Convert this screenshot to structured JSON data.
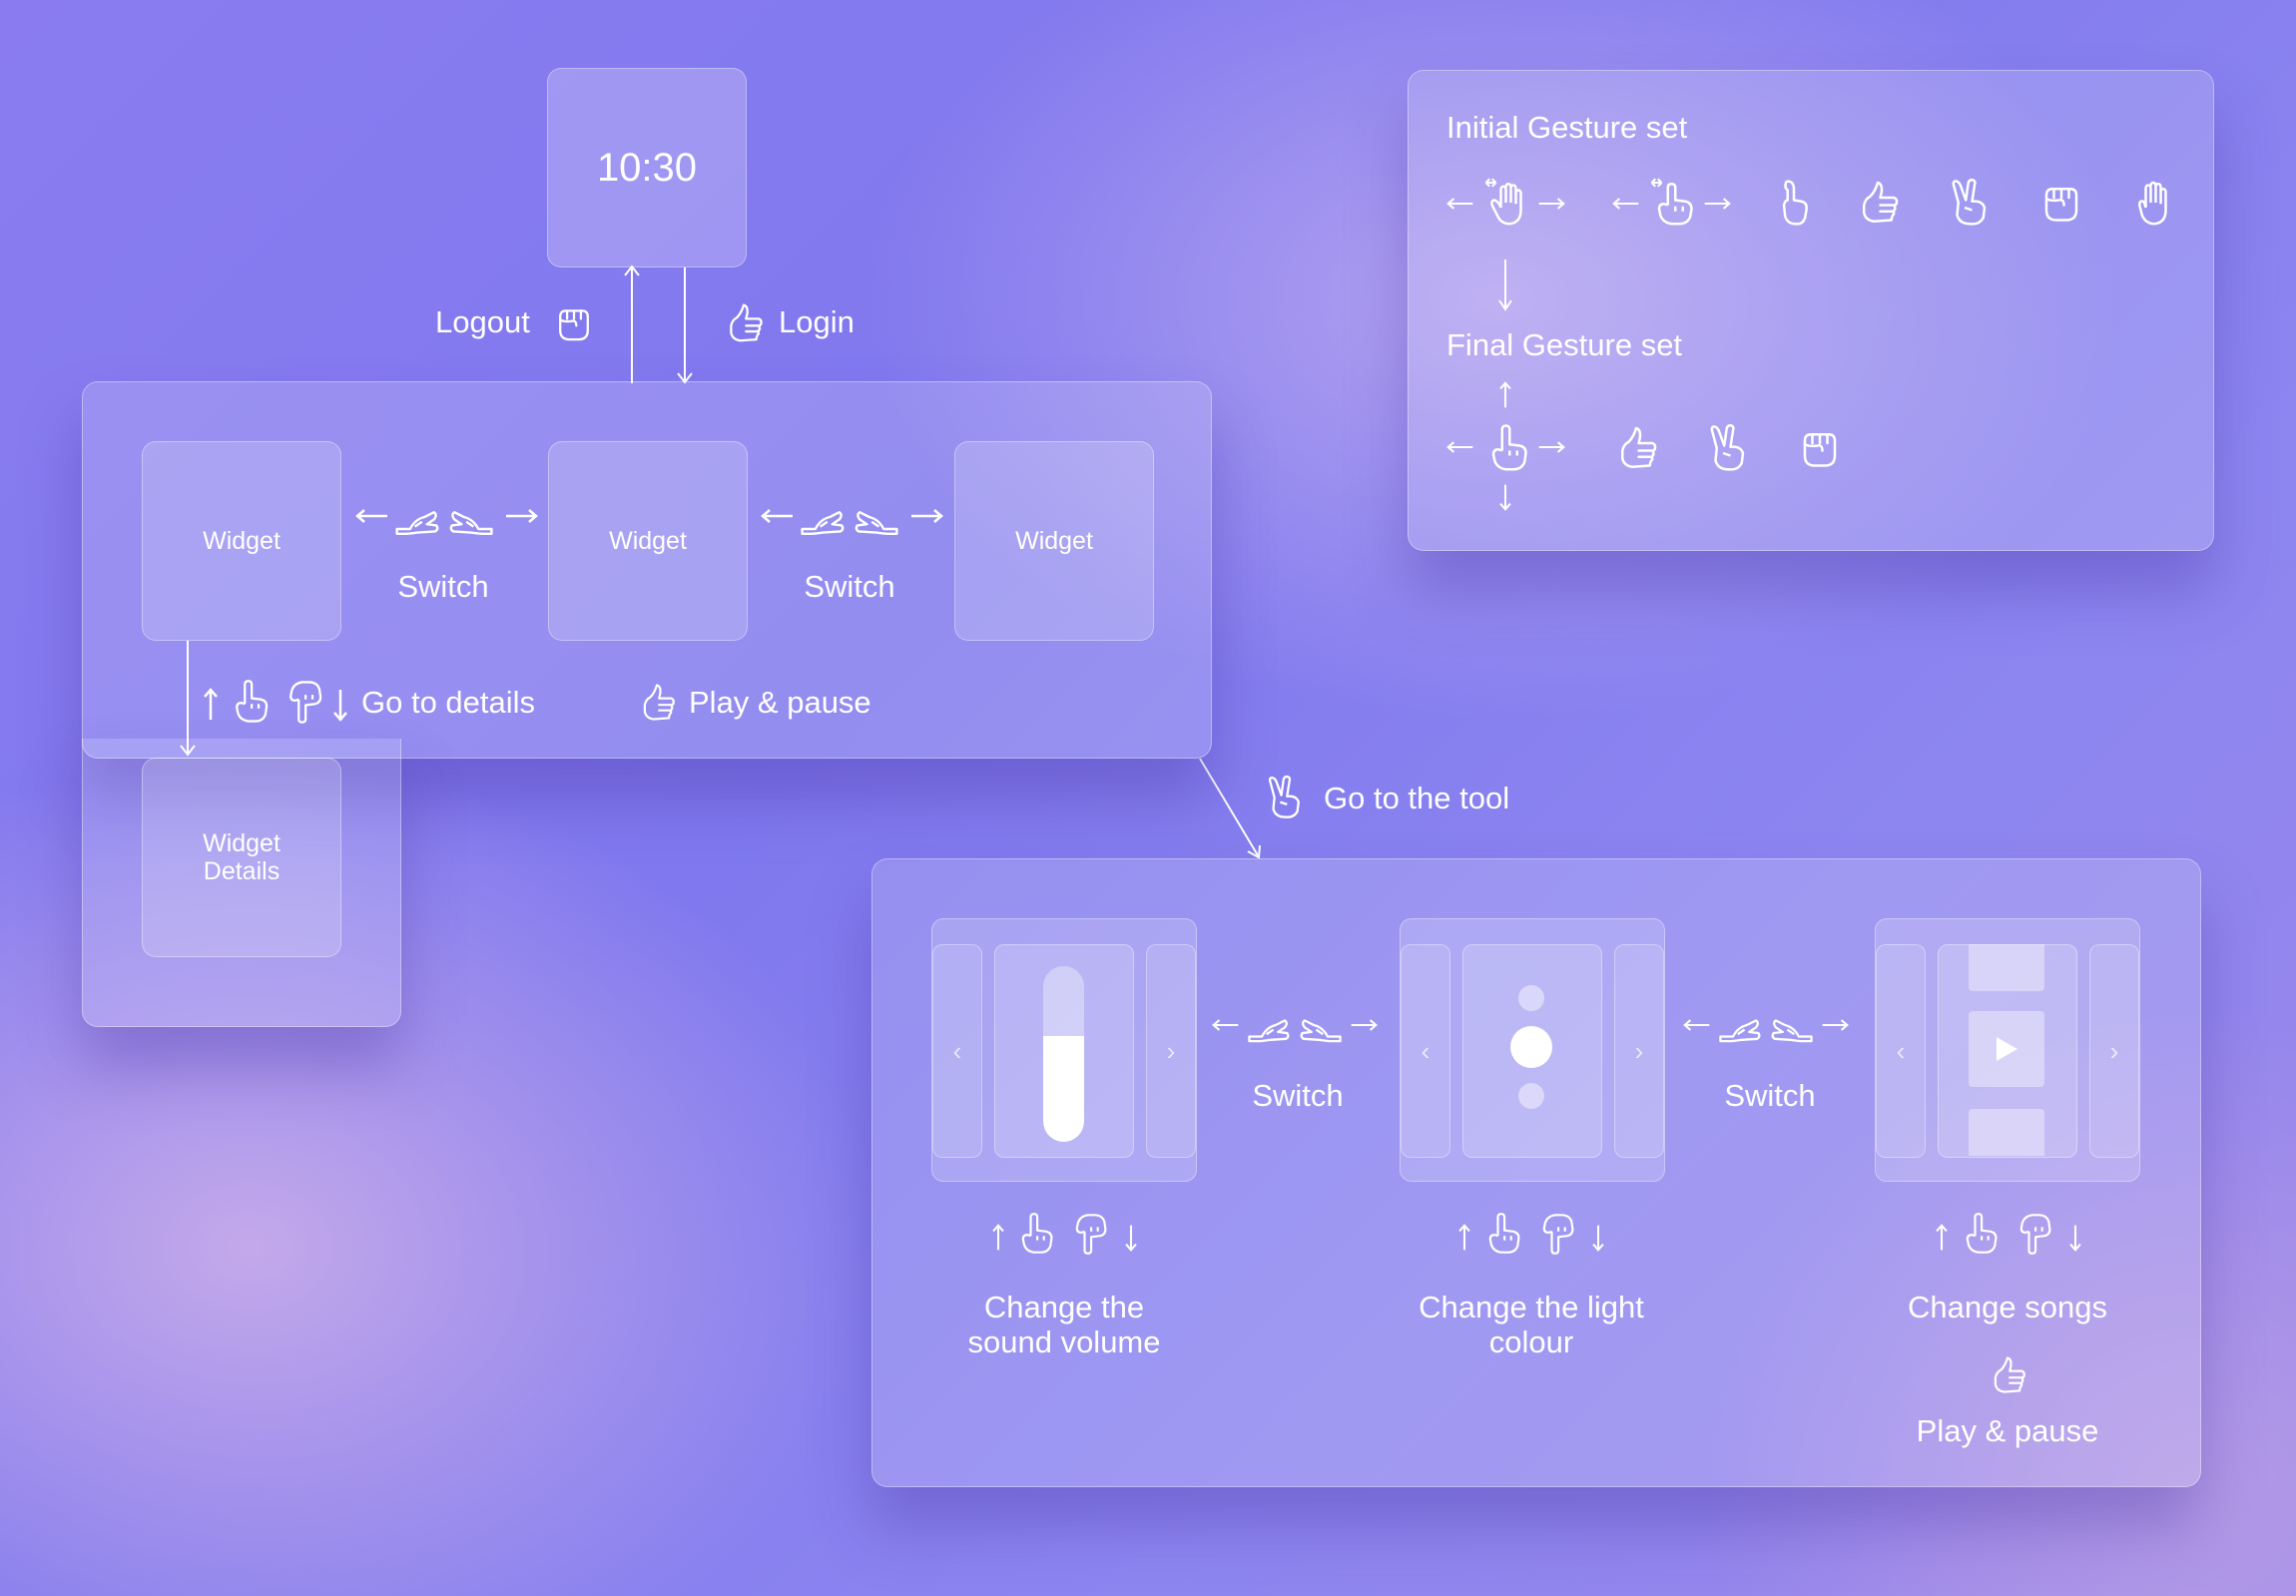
{
  "clock": {
    "time": "10:30"
  },
  "auth": {
    "logout": "Logout",
    "login": "Login"
  },
  "widgets": {
    "card1": "Widget",
    "card2": "Widget",
    "card3": "Widget",
    "details": "Widget\nDetails",
    "switch1": "Switch",
    "switch2": "Switch",
    "go_details": "Go to details",
    "play_pause": "Play & pause"
  },
  "go_tool": "Go to the tool",
  "tools": {
    "switch1": "Switch",
    "switch2": "Switch",
    "volume_caption": "Change the\nsound volume",
    "light_caption": "Change the light\ncolour",
    "songs_caption": "Change songs",
    "songs_play": "Play & pause",
    "volume_level": 0.6
  },
  "gestures": {
    "initial_title": "Initial Gesture set",
    "final_title": "Final Gesture set"
  },
  "colors": {
    "accent": "#8a7cf0",
    "line": "#ffffff"
  }
}
